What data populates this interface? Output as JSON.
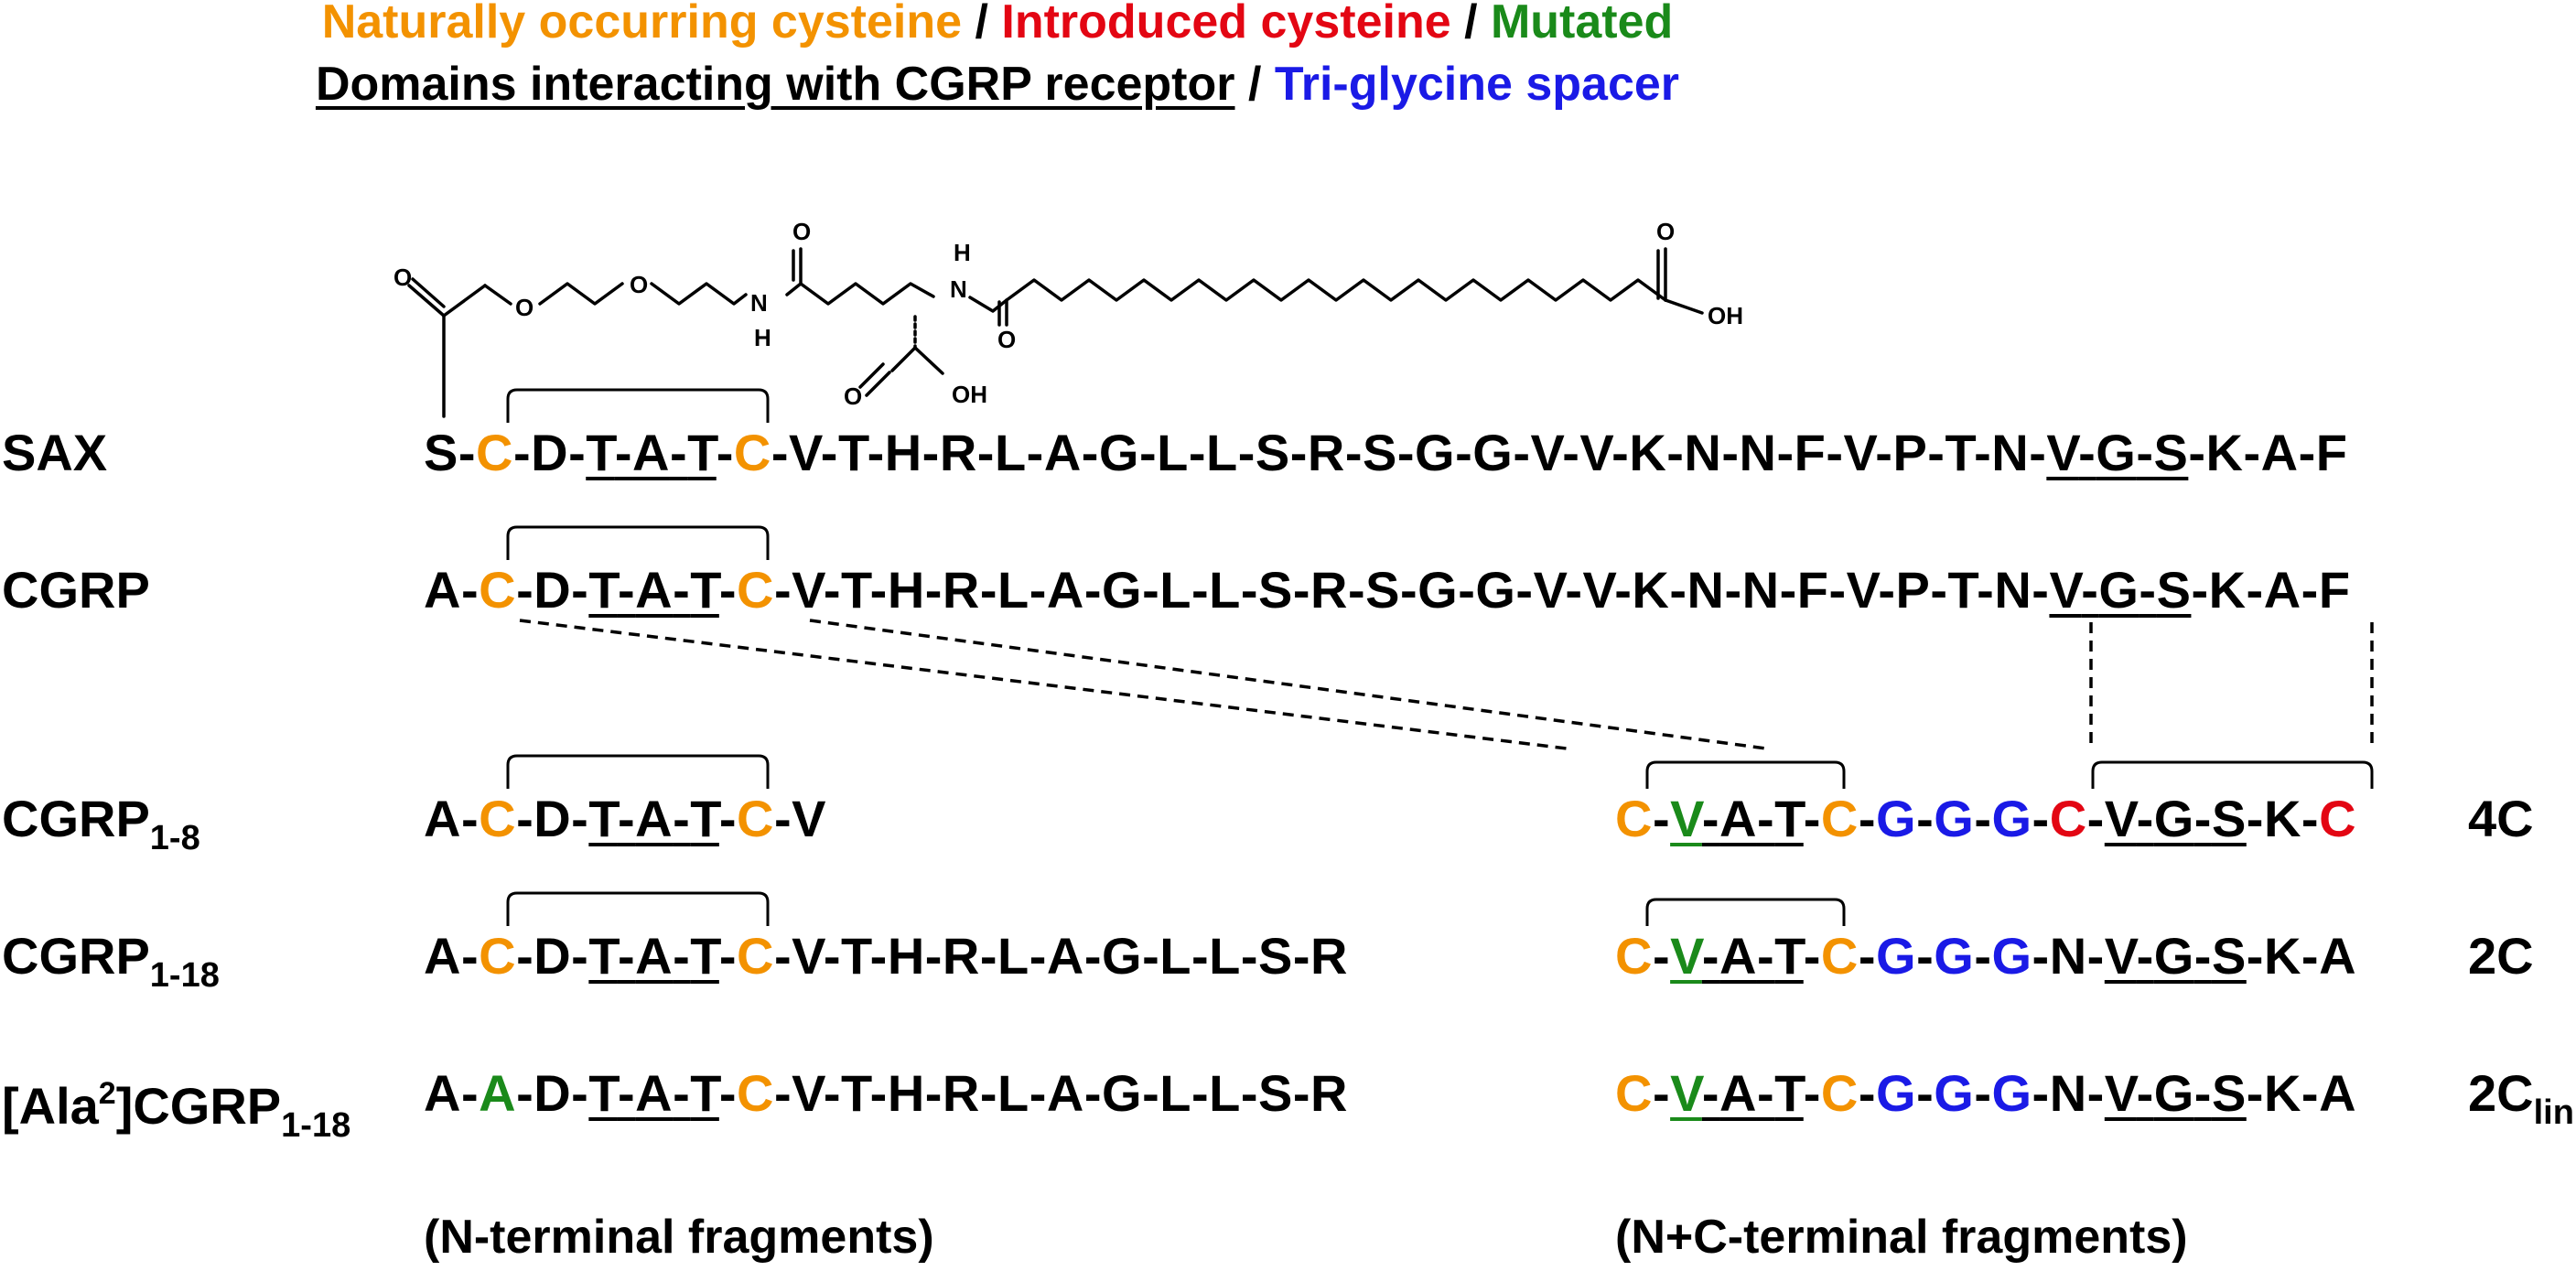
{
  "colors": {
    "natural_cysteine": "#f39200",
    "introduced_cysteine": "#e30613",
    "mutated": "#1a8a1a",
    "spacer": "#1a1ae6",
    "default": "#000000"
  },
  "legend": {
    "line1": [
      {
        "text": "Naturally occurring cysteine",
        "color": "#f39200"
      },
      {
        "text": " / ",
        "color": "#000000"
      },
      {
        "text": "Introduced cysteine",
        "color": "#e30613"
      },
      {
        "text": " / ",
        "color": "#000000"
      },
      {
        "text": "Mutated",
        "color": "#1a8a1a"
      }
    ],
    "line2": [
      {
        "text": "Domains interacting with CGRP receptor",
        "color": "#000000",
        "underline": true
      },
      {
        "text": " / ",
        "color": "#000000"
      },
      {
        "text": "Tri-glycine spacer",
        "color": "#1a1ae6"
      }
    ]
  },
  "chem_labels": {
    "oxygen": "O",
    "nitrogen": "N",
    "hydrogen": "H",
    "hydroxyl": "OH"
  },
  "rows": [
    {
      "label": "SAX",
      "label_sub": "",
      "label_sup": "",
      "label_suffix": "",
      "left": [
        "S",
        "C",
        "D",
        "T",
        "A",
        "T",
        "C",
        "V",
        "T",
        "H",
        "R",
        "L",
        "A",
        "G",
        "L",
        "L",
        "S",
        "R",
        "S",
        "G",
        "G",
        "V",
        "V",
        "K",
        "N",
        "N",
        "F",
        "V",
        "P",
        "T",
        "N",
        "V",
        "G",
        "S",
        "K",
        "A",
        "F"
      ],
      "left_styles": {
        "1": "natural",
        "6": "natural",
        "3": "u",
        "4": "u",
        "5": "u",
        "31": "u",
        "32": "u",
        "33": "u"
      },
      "right": [],
      "right_styles": {},
      "tag": "",
      "tag_sub": ""
    },
    {
      "label": "CGRP",
      "label_sub": "",
      "label_sup": "",
      "label_suffix": "",
      "left": [
        "A",
        "C",
        "D",
        "T",
        "A",
        "T",
        "C",
        "V",
        "T",
        "H",
        "R",
        "L",
        "A",
        "G",
        "L",
        "L",
        "S",
        "R",
        "S",
        "G",
        "G",
        "V",
        "V",
        "K",
        "N",
        "N",
        "F",
        "V",
        "P",
        "T",
        "N",
        "V",
        "G",
        "S",
        "K",
        "A",
        "F"
      ],
      "left_styles": {
        "1": "natural",
        "6": "natural",
        "3": "u",
        "4": "u",
        "5": "u",
        "31": "u",
        "32": "u",
        "33": "u"
      },
      "right": [],
      "right_styles": {},
      "tag": "",
      "tag_sub": ""
    },
    {
      "label": "CGRP",
      "label_sub": "1-8",
      "label_sup": "",
      "label_suffix": "",
      "left": [
        "A",
        "C",
        "D",
        "T",
        "A",
        "T",
        "C",
        "V"
      ],
      "left_styles": {
        "1": "natural",
        "6": "natural",
        "3": "u",
        "4": "u",
        "5": "u"
      },
      "right": [
        "C",
        "V",
        "A",
        "T",
        "C",
        "G",
        "G",
        "G",
        "C",
        "V",
        "G",
        "S",
        "K",
        "C"
      ],
      "right_styles": {
        "0": "natural",
        "1": "mut-u",
        "2": "u",
        "3": "u",
        "4": "natural",
        "5": "spacer",
        "6": "spacer",
        "7": "spacer",
        "8": "introduced",
        "9": "u",
        "10": "u",
        "11": "u",
        "13": "introduced"
      },
      "tag": "4C",
      "tag_sub": ""
    },
    {
      "label": "CGRP",
      "label_sub": "1-18",
      "label_sup": "",
      "label_suffix": "",
      "left": [
        "A",
        "C",
        "D",
        "T",
        "A",
        "T",
        "C",
        "V",
        "T",
        "H",
        "R",
        "L",
        "A",
        "G",
        "L",
        "L",
        "S",
        "R"
      ],
      "left_styles": {
        "1": "natural",
        "6": "natural",
        "3": "u",
        "4": "u",
        "5": "u"
      },
      "right": [
        "C",
        "V",
        "A",
        "T",
        "C",
        "G",
        "G",
        "G",
        "N",
        "V",
        "G",
        "S",
        "K",
        "A"
      ],
      "right_styles": {
        "0": "natural",
        "1": "mut-u",
        "2": "u",
        "3": "u",
        "4": "natural",
        "5": "spacer",
        "6": "spacer",
        "7": "spacer",
        "9": "u",
        "10": "u",
        "11": "u"
      },
      "tag": "2C",
      "tag_sub": ""
    },
    {
      "label": "[Ala",
      "label_sup": "2",
      "label_suffix": "]CGRP",
      "label_sub": "1-18",
      "left": [
        "A",
        "A",
        "D",
        "T",
        "A",
        "T",
        "C",
        "V",
        "T",
        "H",
        "R",
        "L",
        "A",
        "G",
        "L",
        "L",
        "S",
        "R"
      ],
      "left_styles": {
        "1": "mutated",
        "6": "natural",
        "3": "u",
        "4": "u",
        "5": "u"
      },
      "right": [
        "C",
        "V",
        "A",
        "T",
        "C",
        "G",
        "G",
        "G",
        "N",
        "V",
        "G",
        "S",
        "K",
        "A"
      ],
      "right_styles": {
        "0": "natural",
        "1": "mut-u",
        "2": "u",
        "3": "u",
        "4": "natural",
        "5": "spacer",
        "6": "spacer",
        "7": "spacer",
        "9": "u",
        "10": "u",
        "11": "u"
      },
      "tag": "2C",
      "tag_sub": "lin"
    }
  ],
  "captions": {
    "left": "(N-terminal fragments)",
    "right": "(N+C-terminal fragments)"
  }
}
